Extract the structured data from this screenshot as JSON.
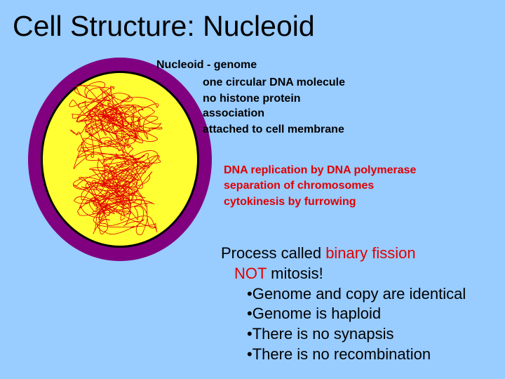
{
  "slide": {
    "title": "Cell Structure: Nucleoid",
    "nucleoid": {
      "heading": "Nucleoid - genome",
      "points": [
        "one circular DNA molecule",
        "no histone protein",
        "association",
        "attached to cell membrane"
      ]
    },
    "dna": {
      "points": [
        "DNA replication by DNA polymerase",
        "separation of chromosomes",
        "cytokinesis by furrowing"
      ]
    },
    "fission": {
      "line1_prefix": "Process called ",
      "line1_highlight": "binary fission",
      "line2_highlight": "NOT",
      "line2_suffix": " mitosis!",
      "bullets": [
        "•Genome and copy are identical",
        "•Genome is haploid",
        "•There is no synapsis",
        "•There is no recombination"
      ]
    }
  },
  "colors": {
    "background": "#99ccff",
    "cell_wall": "#800080",
    "cytoplasm": "#ffff33",
    "dna": "#e00000",
    "highlight": "#e00000"
  }
}
